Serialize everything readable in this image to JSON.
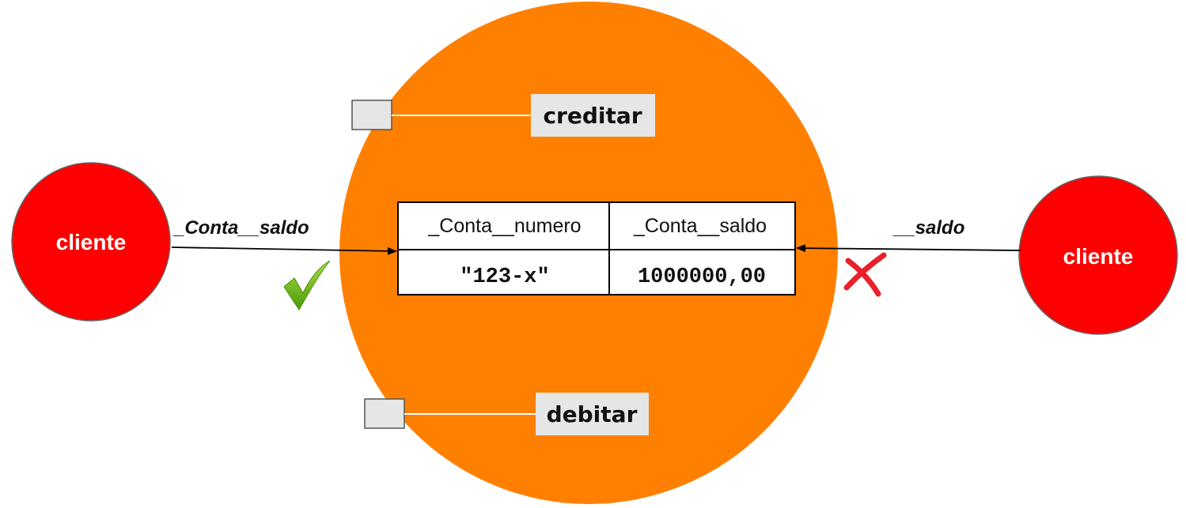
{
  "clients": {
    "left_label": "cliente",
    "right_label": "cliente"
  },
  "methods": {
    "creditar": "creditar",
    "debitar": "debitar"
  },
  "table": {
    "headers": [
      "_Conta__numero",
      "_Conta__saldo"
    ],
    "values": [
      "\"123-x\"",
      "1000000,00"
    ]
  },
  "access": {
    "left_label": "_Conta__saldo",
    "right_label": "__saldo",
    "left_result_icon": "checkmark-icon",
    "right_result_icon": "cross-icon"
  },
  "colors": {
    "object": "#ff8000",
    "client": "#ff0000",
    "method_box": "#e6e6e6",
    "check": "#6cb800",
    "cross": "#e8202a"
  }
}
